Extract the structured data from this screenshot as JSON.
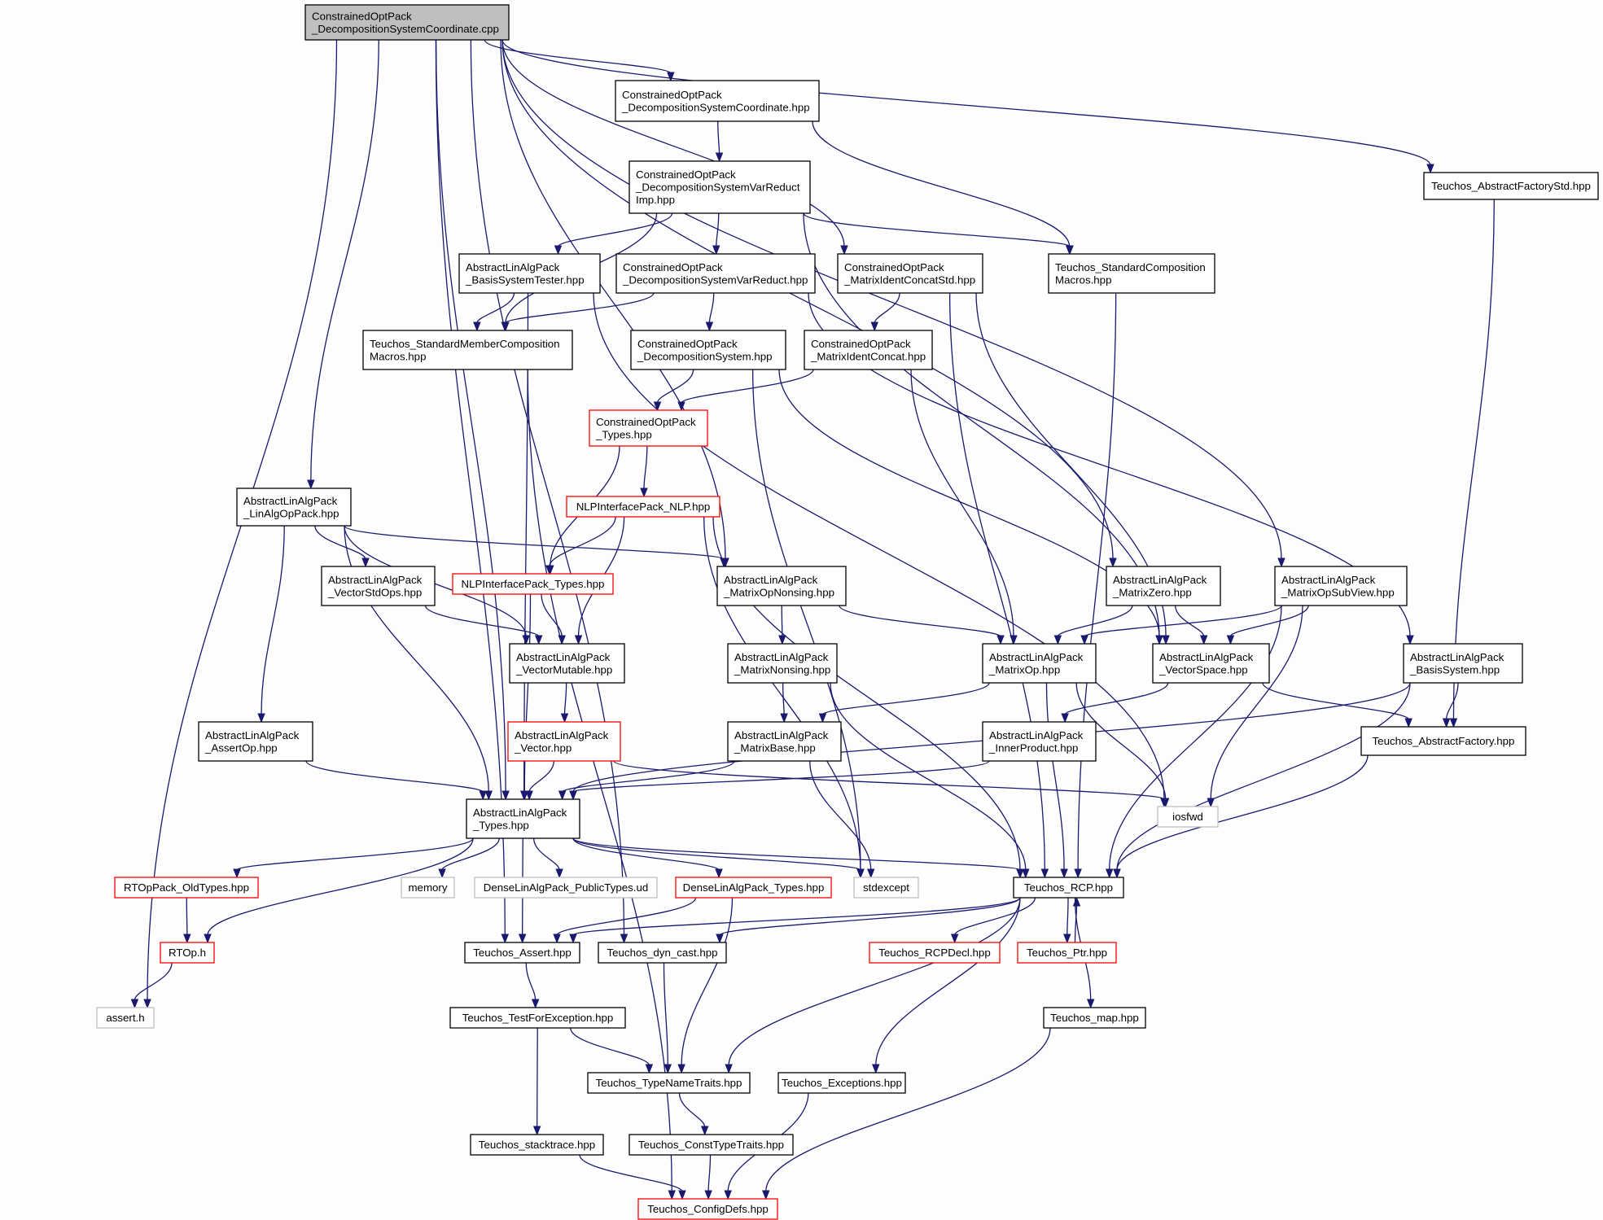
{
  "nodes": [
    {
      "id": "root",
      "lines": [
        "ConstrainedOptPack",
        "_DecompositionSystemCoordinate.cpp"
      ],
      "style": "root"
    },
    {
      "id": "dsc_hpp",
      "lines": [
        "ConstrainedOptPack",
        "_DecompositionSystemCoordinate.hpp"
      ],
      "style": "black"
    },
    {
      "id": "absfacstd",
      "lines": [
        "Teuchos_AbstractFactoryStd.hpp"
      ],
      "style": "black"
    },
    {
      "id": "dsvr_imp",
      "lines": [
        "ConstrainedOptPack",
        "_DecompositionSystemVarReduct",
        "Imp.hpp"
      ],
      "style": "black"
    },
    {
      "id": "bst",
      "lines": [
        "AbstractLinAlgPack",
        "_BasisSystemTester.hpp"
      ],
      "style": "black"
    },
    {
      "id": "dsvr",
      "lines": [
        "ConstrainedOptPack",
        "_DecompositionSystemVarReduct.hpp"
      ],
      "style": "black"
    },
    {
      "id": "mics",
      "lines": [
        "ConstrainedOptPack",
        "_MatrixIdentConcatStd.hpp"
      ],
      "style": "black"
    },
    {
      "id": "stdcomp",
      "lines": [
        "Teuchos_StandardComposition",
        "Macros.hpp"
      ],
      "style": "black"
    },
    {
      "id": "stdmem",
      "lines": [
        "Teuchos_StandardMemberComposition",
        "Macros.hpp"
      ],
      "style": "black"
    },
    {
      "id": "ds",
      "lines": [
        "ConstrainedOptPack",
        "_DecompositionSystem.hpp"
      ],
      "style": "black"
    },
    {
      "id": "mic",
      "lines": [
        "ConstrainedOptPack",
        "_MatrixIdentConcat.hpp"
      ],
      "style": "black"
    },
    {
      "id": "cop_types",
      "lines": [
        "ConstrainedOptPack",
        "_Types.hpp"
      ],
      "style": "red"
    },
    {
      "id": "nlp",
      "lines": [
        "NLPInterfacePack_NLP.hpp"
      ],
      "style": "red"
    },
    {
      "id": "linalgop",
      "lines": [
        "AbstractLinAlgPack",
        "_LinAlgOpPack.hpp"
      ],
      "style": "black"
    },
    {
      "id": "vstdops",
      "lines": [
        "AbstractLinAlgPack",
        "_VectorStdOps.hpp"
      ],
      "style": "black"
    },
    {
      "id": "nlp_types",
      "lines": [
        "NLPInterfacePack_Types.hpp"
      ],
      "style": "red"
    },
    {
      "id": "mopn",
      "lines": [
        "AbstractLinAlgPack",
        "_MatrixOpNonsing.hpp"
      ],
      "style": "black"
    },
    {
      "id": "mzero",
      "lines": [
        "AbstractLinAlgPack",
        "_MatrixZero.hpp"
      ],
      "style": "black"
    },
    {
      "id": "mopsub",
      "lines": [
        "AbstractLinAlgPack",
        "_MatrixOpSubView.hpp"
      ],
      "style": "black"
    },
    {
      "id": "vmut",
      "lines": [
        "AbstractLinAlgPack",
        "_VectorMutable.hpp"
      ],
      "style": "black"
    },
    {
      "id": "mnons",
      "lines": [
        "AbstractLinAlgPack",
        "_MatrixNonsing.hpp"
      ],
      "style": "black"
    },
    {
      "id": "mop",
      "lines": [
        "AbstractLinAlgPack",
        "_MatrixOp.hpp"
      ],
      "style": "black"
    },
    {
      "id": "vspace",
      "lines": [
        "AbstractLinAlgPack",
        "_VectorSpace.hpp"
      ],
      "style": "black"
    },
    {
      "id": "bsys",
      "lines": [
        "AbstractLinAlgPack",
        "_BasisSystem.hpp"
      ],
      "style": "black"
    },
    {
      "id": "assertop",
      "lines": [
        "AbstractLinAlgPack",
        "_AssertOp.hpp"
      ],
      "style": "black"
    },
    {
      "id": "vector",
      "lines": [
        "AbstractLinAlgPack",
        "_Vector.hpp"
      ],
      "style": "red"
    },
    {
      "id": "mbase",
      "lines": [
        "AbstractLinAlgPack",
        "_MatrixBase.hpp"
      ],
      "style": "black"
    },
    {
      "id": "innerp",
      "lines": [
        "AbstractLinAlgPack",
        "_InnerProduct.hpp"
      ],
      "style": "black"
    },
    {
      "id": "absfac",
      "lines": [
        "Teuchos_AbstractFactory.hpp"
      ],
      "style": "black"
    },
    {
      "id": "ala_types",
      "lines": [
        "AbstractLinAlgPack",
        "_Types.hpp"
      ],
      "style": "black"
    },
    {
      "id": "iosfwd",
      "lines": [
        "iosfwd"
      ],
      "style": "gray"
    },
    {
      "id": "rtop_old",
      "lines": [
        "RTOpPack_OldTypes.hpp"
      ],
      "style": "red"
    },
    {
      "id": "memory",
      "lines": [
        "memory"
      ],
      "style": "gray"
    },
    {
      "id": "dla_pub",
      "lines": [
        "DenseLinAlgPack_PublicTypes.ud"
      ],
      "style": "gray"
    },
    {
      "id": "dla_types",
      "lines": [
        "DenseLinAlgPack_Types.hpp"
      ],
      "style": "red"
    },
    {
      "id": "stdexcept",
      "lines": [
        "stdexcept"
      ],
      "style": "gray"
    },
    {
      "id": "rcp",
      "lines": [
        "Teuchos_RCP.hpp"
      ],
      "style": "black"
    },
    {
      "id": "rtop",
      "lines": [
        "RTOp.h"
      ],
      "style": "red"
    },
    {
      "id": "assert_hpp",
      "lines": [
        "Teuchos_Assert.hpp"
      ],
      "style": "black"
    },
    {
      "id": "dyncast",
      "lines": [
        "Teuchos_dyn_cast.hpp"
      ],
      "style": "black"
    },
    {
      "id": "rcpdecl",
      "lines": [
        "Teuchos_RCPDecl.hpp"
      ],
      "style": "red"
    },
    {
      "id": "ptr",
      "lines": [
        "Teuchos_Ptr.hpp"
      ],
      "style": "red"
    },
    {
      "id": "assert_h",
      "lines": [
        "assert.h"
      ],
      "style": "gray"
    },
    {
      "id": "testexc",
      "lines": [
        "Teuchos_TestForException.hpp"
      ],
      "style": "black"
    },
    {
      "id": "tmap",
      "lines": [
        "Teuchos_map.hpp"
      ],
      "style": "black"
    },
    {
      "id": "tntraits",
      "lines": [
        "Teuchos_TypeNameTraits.hpp"
      ],
      "style": "black"
    },
    {
      "id": "texc",
      "lines": [
        "Teuchos_Exceptions.hpp"
      ],
      "style": "black"
    },
    {
      "id": "stacktrace",
      "lines": [
        "Teuchos_stacktrace.hpp"
      ],
      "style": "black"
    },
    {
      "id": "consttt",
      "lines": [
        "Teuchos_ConstTypeTraits.hpp"
      ],
      "style": "black"
    },
    {
      "id": "configdefs",
      "lines": [
        "Teuchos_ConfigDefs.hpp"
      ],
      "style": "red"
    }
  ],
  "edges": [
    [
      "root",
      "dsc_hpp"
    ],
    [
      "root",
      "absfacstd"
    ],
    [
      "root",
      "mics"
    ],
    [
      "root",
      "linalgop"
    ],
    [
      "root",
      "mopn"
    ],
    [
      "root",
      "mzero"
    ],
    [
      "root",
      "mopsub"
    ],
    [
      "root",
      "assert_h"
    ],
    [
      "root",
      "assert_hpp"
    ],
    [
      "root",
      "dyncast"
    ],
    [
      "root",
      "ala_types"
    ],
    [
      "dsc_hpp",
      "dsvr_imp"
    ],
    [
      "dsc_hpp",
      "stdcomp"
    ],
    [
      "absfacstd",
      "absfac"
    ],
    [
      "dsvr_imp",
      "bst"
    ],
    [
      "dsvr_imp",
      "dsvr"
    ],
    [
      "dsvr_imp",
      "stdmem"
    ],
    [
      "dsvr_imp",
      "stdcomp"
    ],
    [
      "dsvr_imp",
      "vspace"
    ],
    [
      "bst",
      "stdmem"
    ],
    [
      "bst",
      "ala_types"
    ],
    [
      "bst",
      "iosfwd"
    ],
    [
      "dsvr",
      "ds"
    ],
    [
      "dsvr",
      "stdmem"
    ],
    [
      "dsvr",
      "bsys"
    ],
    [
      "mics",
      "mic"
    ],
    [
      "mics",
      "vspace"
    ],
    [
      "mics",
      "rcp"
    ],
    [
      "stdcomp",
      "rcp"
    ],
    [
      "stdmem",
      "configdefs"
    ],
    [
      "ds",
      "cop_types"
    ],
    [
      "ds",
      "vspace"
    ],
    [
      "ds",
      "stdexcept"
    ],
    [
      "mic",
      "cop_types"
    ],
    [
      "mic",
      "mop"
    ],
    [
      "cop_types",
      "nlp"
    ],
    [
      "cop_types",
      "nlp_types"
    ],
    [
      "nlp",
      "nlp_types"
    ],
    [
      "nlp",
      "vmut"
    ],
    [
      "nlp",
      "rcp"
    ],
    [
      "nlp",
      "stdexcept"
    ],
    [
      "linalgop",
      "vstdops"
    ],
    [
      "linalgop",
      "mopn"
    ],
    [
      "linalgop",
      "vmut"
    ],
    [
      "linalgop",
      "assertop"
    ],
    [
      "linalgop",
      "ala_types"
    ],
    [
      "vstdops",
      "vmut"
    ],
    [
      "nlp_types",
      "vmut"
    ],
    [
      "nlp_types",
      "ala_types"
    ],
    [
      "mopn",
      "mnons"
    ],
    [
      "mopn",
      "mop"
    ],
    [
      "mzero",
      "mop"
    ],
    [
      "mzero",
      "vspace"
    ],
    [
      "mopsub",
      "mop"
    ],
    [
      "mopsub",
      "vspace"
    ],
    [
      "mopsub",
      "iosfwd"
    ],
    [
      "mopsub",
      "rcp"
    ],
    [
      "vmut",
      "vector"
    ],
    [
      "mnons",
      "mbase"
    ],
    [
      "mnons",
      "rcp"
    ],
    [
      "mop",
      "mbase"
    ],
    [
      "mop",
      "iosfwd"
    ],
    [
      "mop",
      "rcp"
    ],
    [
      "vspace",
      "innerp"
    ],
    [
      "vspace",
      "absfac"
    ],
    [
      "bsys",
      "absfac"
    ],
    [
      "bsys",
      "ala_types"
    ],
    [
      "bsys",
      "rcp"
    ],
    [
      "assertop",
      "ala_types"
    ],
    [
      "vector",
      "ala_types"
    ],
    [
      "vector",
      "iosfwd"
    ],
    [
      "mbase",
      "ala_types"
    ],
    [
      "mbase",
      "stdexcept"
    ],
    [
      "innerp",
      "ala_types"
    ],
    [
      "absfac",
      "rcp"
    ],
    [
      "ala_types",
      "rtop_old"
    ],
    [
      "ala_types",
      "memory"
    ],
    [
      "ala_types",
      "dla_pub"
    ],
    [
      "ala_types",
      "dla_types"
    ],
    [
      "ala_types",
      "stdexcept"
    ],
    [
      "ala_types",
      "rcp"
    ],
    [
      "ala_types",
      "rtop"
    ],
    [
      "ala_types",
      "assert_hpp"
    ],
    [
      "rtop_old",
      "rtop"
    ],
    [
      "dla_types",
      "assert_hpp"
    ],
    [
      "dla_types",
      "tntraits"
    ],
    [
      "rcp",
      "assert_hpp"
    ],
    [
      "rcp",
      "dyncast"
    ],
    [
      "rcp",
      "rcpdecl"
    ],
    [
      "rcp",
      "ptr"
    ],
    [
      "rcp",
      "tntraits"
    ],
    [
      "rcp",
      "texc"
    ],
    [
      "rcp",
      "tmap"
    ],
    [
      "ptr",
      "rcp"
    ],
    [
      "rtop",
      "assert_h"
    ],
    [
      "assert_hpp",
      "testexc"
    ],
    [
      "dyncast",
      "tntraits"
    ],
    [
      "testexc",
      "tntraits"
    ],
    [
      "testexc",
      "stacktrace"
    ],
    [
      "tmap",
      "configdefs"
    ],
    [
      "tntraits",
      "consttt"
    ],
    [
      "texc",
      "configdefs"
    ],
    [
      "stacktrace",
      "configdefs"
    ],
    [
      "consttt",
      "configdefs"
    ]
  ]
}
